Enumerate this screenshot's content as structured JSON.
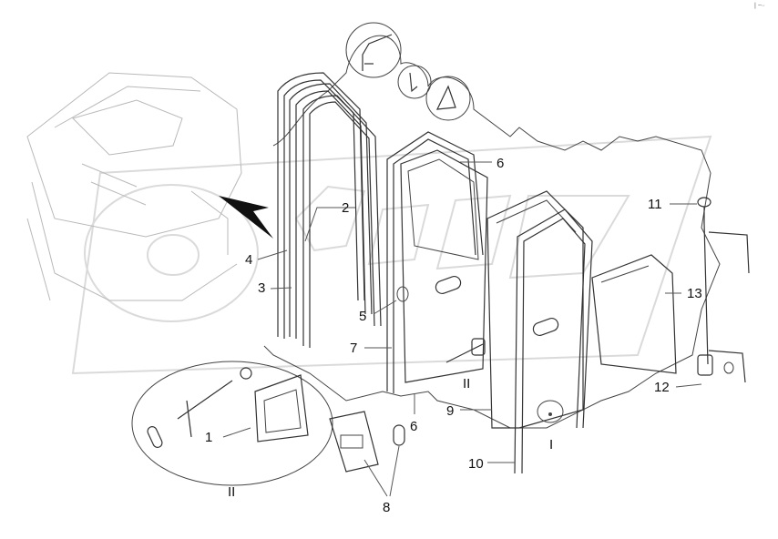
{
  "callouts": {
    "c1": "1",
    "c2": "2",
    "c3": "3",
    "c4": "4",
    "c5": "5",
    "c6_top": "6",
    "c6_bottom": "6",
    "c7": "7",
    "c8": "8",
    "c9": "9",
    "c10": "10",
    "c11": "11",
    "c12": "12",
    "c13": "13",
    "cI": "I",
    "cII_panel": "II",
    "cII_inset": "II"
  },
  "watermark": "PEX"
}
